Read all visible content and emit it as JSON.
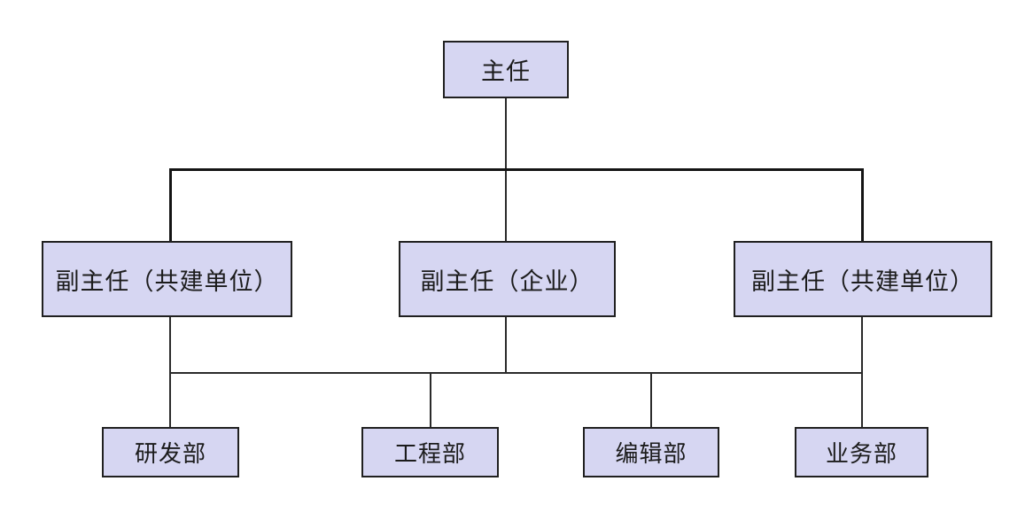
{
  "diagram": {
    "type": "organization-chart",
    "background": "#ffffff",
    "colors": {
      "background": "#ffffff",
      "box_fill": "#d6d6f2",
      "box_border": "#202020",
      "line": "#2a2a2a",
      "line_bold": "#141414",
      "text": "#1c1c1c"
    },
    "nodes": {
      "root": {
        "label": "主任"
      },
      "level2": [
        {
          "label": "副主任（共建单位）"
        },
        {
          "label": "副主任（企业）"
        },
        {
          "label": "副主任（共建单位）"
        }
      ],
      "level3": [
        {
          "label": "研发部"
        },
        {
          "label": "工程部"
        },
        {
          "label": "编辑部"
        },
        {
          "label": "业务部"
        }
      ]
    },
    "structure": {
      "root_connects_to": [
        "副主任（共建单位）",
        "副主任（企业）",
        "副主任（共建单位）"
      ],
      "deputies_shared_bus_connects_to": [
        "研发部",
        "工程部",
        "编辑部",
        "业务部"
      ]
    }
  }
}
